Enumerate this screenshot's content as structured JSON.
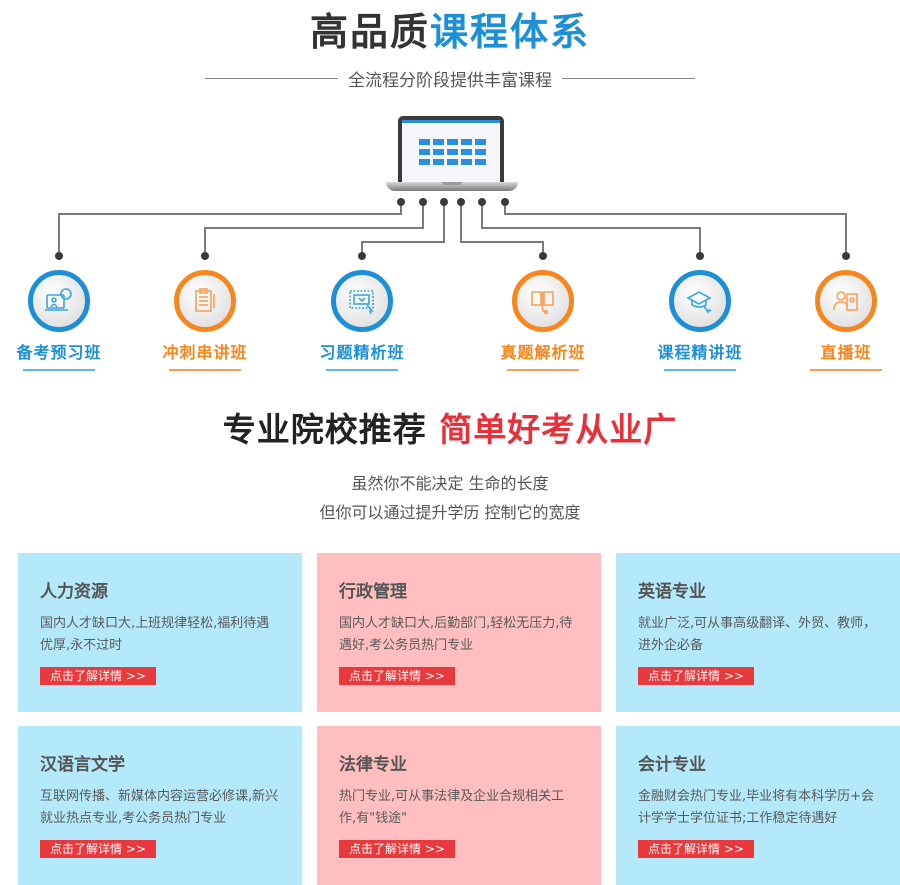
{
  "header": {
    "title_dark": "高品质",
    "title_blue": "课程体系",
    "subtitle": "全流程分阶段提供丰富课程"
  },
  "colors": {
    "blue": "#1d8fd6",
    "orange": "#f7861f",
    "red": "#e8303a",
    "card_blue": "#b3e9fb",
    "card_pink": "#ffbec0",
    "button_red": "#e8393d"
  },
  "courses": [
    {
      "label": "备考预习班",
      "theme": "blue",
      "icon": "teacher-screen-icon"
    },
    {
      "label": "冲刺串讲班",
      "theme": "orange",
      "icon": "clipboard-list-icon"
    },
    {
      "label": "习题精析班",
      "theme": "blue",
      "icon": "screen-cursor-icon"
    },
    {
      "label": "真题解析班",
      "theme": "orange",
      "icon": "open-book-icon"
    },
    {
      "label": "课程精讲班",
      "theme": "blue",
      "icon": "graduation-cap-icon"
    },
    {
      "label": "直播班",
      "theme": "orange",
      "icon": "live-presenter-icon"
    }
  ],
  "section2": {
    "title_dark": "专业院校推荐",
    "title_red": "简单好考从业广",
    "quote_line1": "虽然你不能决定 生命的长度",
    "quote_line2": "但你可以通过提升学历 控制它的宽度"
  },
  "majors": [
    {
      "title": "人力资源",
      "desc": "国内人才缺口大,上班规律轻松,福利待遇优厚,永不过时",
      "button": "点击了解详情 >>",
      "theme": "blue"
    },
    {
      "title": "行政管理",
      "desc": "国内人才缺口大,后勤部门,轻松无压力,待遇好,考公务员热门专业",
      "button": "点击了解详情 >>",
      "theme": "pink"
    },
    {
      "title": "英语专业",
      "desc": "就业广泛,可从事高级翻译、外贸、教师，进外企必备",
      "button": "点击了解详情 >>",
      "theme": "blue"
    },
    {
      "title": "汉语言文学",
      "desc": "互联网传播、新媒体内容运营必修课,新兴就业热点专业,考公务员热门专业",
      "button": "点击了解详情 >>",
      "theme": "blue"
    },
    {
      "title": "法律专业",
      "desc": "热门专业,可从事法律及企业合规相关工作,有\"钱途\"",
      "button": "点击了解详情 >>",
      "theme": "pink"
    },
    {
      "title": "会计专业",
      "desc": "金融财会热门专业,毕业将有本科学历+会计学学士学位证书;工作稳定待遇好",
      "button": "点击了解详情 >>",
      "theme": "blue"
    }
  ]
}
